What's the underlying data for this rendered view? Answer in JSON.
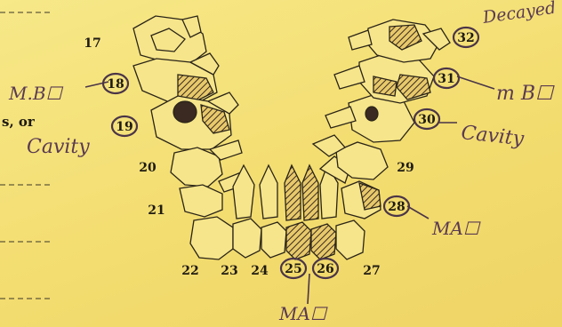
{
  "fragment_text": "s, or",
  "tooth_numbers": [
    {
      "n": "17",
      "circled": false
    },
    {
      "n": "18",
      "circled": true
    },
    {
      "n": "19",
      "circled": true
    },
    {
      "n": "20",
      "circled": false
    },
    {
      "n": "21",
      "circled": false
    },
    {
      "n": "22",
      "circled": false
    },
    {
      "n": "23",
      "circled": false
    },
    {
      "n": "24",
      "circled": false
    },
    {
      "n": "25",
      "circled": true
    },
    {
      "n": "26",
      "circled": true
    },
    {
      "n": "27",
      "circled": false
    },
    {
      "n": "28",
      "circled": true
    },
    {
      "n": "29",
      "circled": false
    },
    {
      "n": "30",
      "circled": true
    },
    {
      "n": "31",
      "circled": true
    },
    {
      "n": "32",
      "circled": true
    }
  ],
  "annotations": {
    "mb_left": "M.B☐",
    "cavity_left": "Cavity",
    "decayed": "Decayed",
    "mb_right": "m B☐",
    "cavity_right": "Cavity",
    "ma_right": "MA☐",
    "ma_bottom": "MA☐"
  },
  "colors": {
    "paper": "#f5e27c",
    "print_ink": "#1e1a12",
    "handwriting_ink": "#5a3a52",
    "decay_shading": "#3a2a22"
  }
}
